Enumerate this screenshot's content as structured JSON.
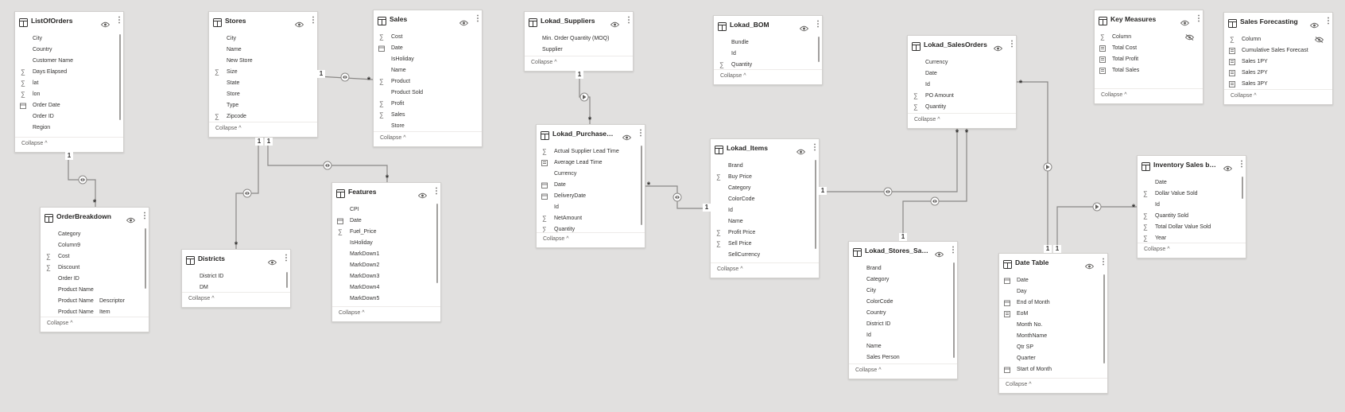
{
  "collapse_label": "Collapse",
  "tables": [
    {
      "id": "listoforders",
      "title": "ListOfOrders",
      "fields": [
        {
          "name": "City"
        },
        {
          "name": "Country"
        },
        {
          "name": "Customer Name"
        },
        {
          "name": "Days Elapsed",
          "icon": "sigma"
        },
        {
          "name": "lat",
          "icon": "sigma"
        },
        {
          "name": "lon",
          "icon": "sigma"
        },
        {
          "name": "Order Date",
          "icon": "calendar"
        },
        {
          "name": "Order ID"
        },
        {
          "name": "Region"
        }
      ]
    },
    {
      "id": "orderbreakdown",
      "title": "OrderBreakdown",
      "fields": [
        {
          "name": "Category"
        },
        {
          "name": "Column9"
        },
        {
          "name": "Cost",
          "icon": "sigma"
        },
        {
          "name": "Discount",
          "icon": "sigma"
        },
        {
          "name": "Order ID"
        },
        {
          "name": "Product Name"
        },
        {
          "name": "Product Name",
          "extra": "Descriptor"
        },
        {
          "name": "Product Name",
          "extra": "Item"
        }
      ]
    },
    {
      "id": "stores",
      "title": "Stores",
      "fields": [
        {
          "name": "City"
        },
        {
          "name": "Name"
        },
        {
          "name": "New Store"
        },
        {
          "name": "Size",
          "icon": "sigma"
        },
        {
          "name": "State"
        },
        {
          "name": "Store"
        },
        {
          "name": "Type"
        },
        {
          "name": "Zipcode",
          "icon": "sigma"
        }
      ]
    },
    {
      "id": "districts",
      "title": "Districts",
      "fields": [
        {
          "name": "District ID"
        },
        {
          "name": "DM"
        }
      ]
    },
    {
      "id": "sales",
      "title": "Sales",
      "fields": [
        {
          "name": "Cost",
          "icon": "sigma"
        },
        {
          "name": "Date",
          "icon": "calendar"
        },
        {
          "name": "IsHoliday"
        },
        {
          "name": "Name"
        },
        {
          "name": "Product",
          "icon": "sigma"
        },
        {
          "name": "Product Sold"
        },
        {
          "name": "Profit",
          "icon": "sigma"
        },
        {
          "name": "Sales",
          "icon": "sigma"
        },
        {
          "name": "Store"
        }
      ]
    },
    {
      "id": "features",
      "title": "Features",
      "fields": [
        {
          "name": "CPI"
        },
        {
          "name": "Date",
          "icon": "calendar"
        },
        {
          "name": "Fuel_Price",
          "icon": "sigma"
        },
        {
          "name": "IsHoliday"
        },
        {
          "name": "MarkDown1"
        },
        {
          "name": "MarkDown2"
        },
        {
          "name": "MarkDown3"
        },
        {
          "name": "MarkDown4"
        },
        {
          "name": "MarkDown5"
        }
      ]
    },
    {
      "id": "suppliers",
      "title": "Lokad_Suppliers",
      "fields": [
        {
          "name": "Min. Order Quantity (MOQ)"
        },
        {
          "name": "Supplier"
        }
      ]
    },
    {
      "id": "purchaseorders",
      "title": "Lokad_PurchaseOrders",
      "fields": [
        {
          "name": "Actual Supplier Lead Time",
          "icon": "sigma"
        },
        {
          "name": "Average Lead Time",
          "icon": "calc"
        },
        {
          "name": "Currency"
        },
        {
          "name": "Date",
          "icon": "calendar"
        },
        {
          "name": "DeliveryDate",
          "icon": "calendar"
        },
        {
          "name": "Id"
        },
        {
          "name": "NetAmount",
          "icon": "sigma"
        },
        {
          "name": "Quantity",
          "icon": "sigma"
        }
      ]
    },
    {
      "id": "bom",
      "title": "Lokad_BOM",
      "fields": [
        {
          "name": "Bundle"
        },
        {
          "name": "Id"
        },
        {
          "name": "Quantity",
          "icon": "sigma"
        }
      ]
    },
    {
      "id": "items",
      "title": "Lokad_Items",
      "fields": [
        {
          "name": "Brand"
        },
        {
          "name": "Buy Price",
          "icon": "sigma"
        },
        {
          "name": "Category"
        },
        {
          "name": "ColorCode"
        },
        {
          "name": "Id"
        },
        {
          "name": "Name"
        },
        {
          "name": "Profit Price",
          "icon": "sigma"
        },
        {
          "name": "Sell Price",
          "icon": "sigma"
        },
        {
          "name": "SellCurrency"
        }
      ]
    },
    {
      "id": "salesorders",
      "title": "Lokad_SalesOrders",
      "fields": [
        {
          "name": "Currency"
        },
        {
          "name": "Date"
        },
        {
          "name": "Id"
        },
        {
          "name": "PO Amount",
          "icon": "sigma"
        },
        {
          "name": "Quantity",
          "icon": "sigma"
        }
      ]
    },
    {
      "id": "storessales",
      "title": "Lokad_Stores_Sales",
      "fields": [
        {
          "name": "Brand"
        },
        {
          "name": "Category"
        },
        {
          "name": "City"
        },
        {
          "name": "ColorCode"
        },
        {
          "name": "Country"
        },
        {
          "name": "District ID"
        },
        {
          "name": "Id"
        },
        {
          "name": "Name"
        },
        {
          "name": "Sales Person"
        }
      ]
    },
    {
      "id": "keymeasures",
      "title": "Key Measures",
      "fields": [
        {
          "name": "Column",
          "icon": "sigma",
          "hidden": true
        },
        {
          "name": "Total Cost",
          "icon": "calc"
        },
        {
          "name": "Total Profit",
          "icon": "calc"
        },
        {
          "name": "Total Sales",
          "icon": "calc"
        }
      ]
    },
    {
      "id": "salesforecasting",
      "title": "Sales Forecasting",
      "fields": [
        {
          "name": "Column",
          "icon": "sigma",
          "hidden": true
        },
        {
          "name": "Cumulative Sales Forecast",
          "icon": "calc"
        },
        {
          "name": "Sales 1PY",
          "icon": "calc"
        },
        {
          "name": "Sales 2PY",
          "icon": "calc"
        },
        {
          "name": "Sales 3PY",
          "icon": "calc"
        }
      ]
    },
    {
      "id": "inventory",
      "title": "Inventory Sales based...",
      "fields": [
        {
          "name": "Date"
        },
        {
          "name": "Dollar Value Sold",
          "icon": "sigma"
        },
        {
          "name": "Id"
        },
        {
          "name": "Quantity Sold",
          "icon": "sigma"
        },
        {
          "name": "Total Dollar Value Sold",
          "icon": "sigma"
        },
        {
          "name": "Year",
          "icon": "sigma"
        }
      ]
    },
    {
      "id": "datetable",
      "title": "Date Table",
      "fields": [
        {
          "name": "Date",
          "icon": "calendar"
        },
        {
          "name": "Day"
        },
        {
          "name": "End of Month",
          "icon": "calendar"
        },
        {
          "name": "EoM",
          "icon": "calc"
        },
        {
          "name": "Month No."
        },
        {
          "name": "MonthName"
        },
        {
          "name": "Qtr SP"
        },
        {
          "name": "Quarter"
        },
        {
          "name": "Start of Month",
          "icon": "calendar"
        }
      ]
    }
  ],
  "cardinality": {
    "one": "1",
    "many": "*"
  },
  "relationships": [
    {
      "from": "listoforders",
      "to": "orderbreakdown",
      "from_card": "1",
      "to_card": "*",
      "filter": "both"
    },
    {
      "from": "stores",
      "to": "sales",
      "from_card": "1",
      "to_card": "*",
      "filter": "both"
    },
    {
      "from": "stores",
      "to": "districts",
      "from_card": "1",
      "to_card": "*",
      "filter": "both"
    },
    {
      "from": "stores",
      "to": "features",
      "from_card": "1",
      "to_card": "*",
      "filter": "both"
    },
    {
      "from": "suppliers",
      "to": "purchaseorders",
      "from_card": "1",
      "to_card": "*",
      "filter": "single"
    },
    {
      "from": "purchaseorders",
      "to": "items",
      "from_card": "*",
      "to_card": "1",
      "filter": "both"
    },
    {
      "from": "items",
      "to": "salesorders",
      "from_card": "1",
      "to_card": "*",
      "filter": "both"
    },
    {
      "from": "storessales",
      "to": "salesorders",
      "from_card": "1",
      "to_card": "*",
      "filter": "both"
    },
    {
      "from": "datetable",
      "to": "salesorders",
      "from_card": "1",
      "to_card": "*",
      "filter": "single"
    },
    {
      "from": "datetable",
      "to": "inventory",
      "from_card": "1",
      "to_card": "*",
      "filter": "single"
    }
  ]
}
